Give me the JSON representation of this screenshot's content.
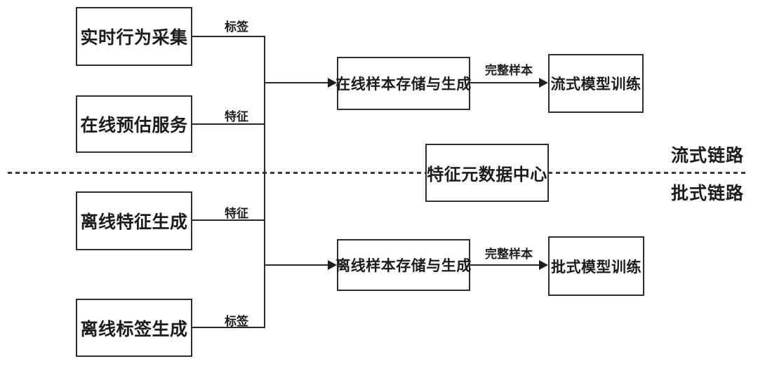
{
  "canvas": {
    "background": "#ffffff",
    "line_color": "#2a2a2a",
    "text_color": "#1c1c1c"
  },
  "nodes": {
    "realtime_collection": "实时行为采集",
    "online_prediction": "在线预估服务",
    "offline_feature": "离线特征生成",
    "offline_label": "离线标签生成",
    "online_sample": "在线样本存储与生成",
    "feature_metadata": "特征元数据中心",
    "offline_sample": "离线样本存储与生成",
    "stream_training": "流式模型训练",
    "batch_training": "批式模型训练"
  },
  "edge_labels": {
    "top_label": "标签",
    "top_feature": "特征",
    "bottom_feature": "特征",
    "bottom_label": "标签",
    "top_full_sample": "完整样本",
    "bottom_full_sample": "完整样本"
  },
  "lane_labels": {
    "stream": "流式链路",
    "batch": "批式链路"
  }
}
